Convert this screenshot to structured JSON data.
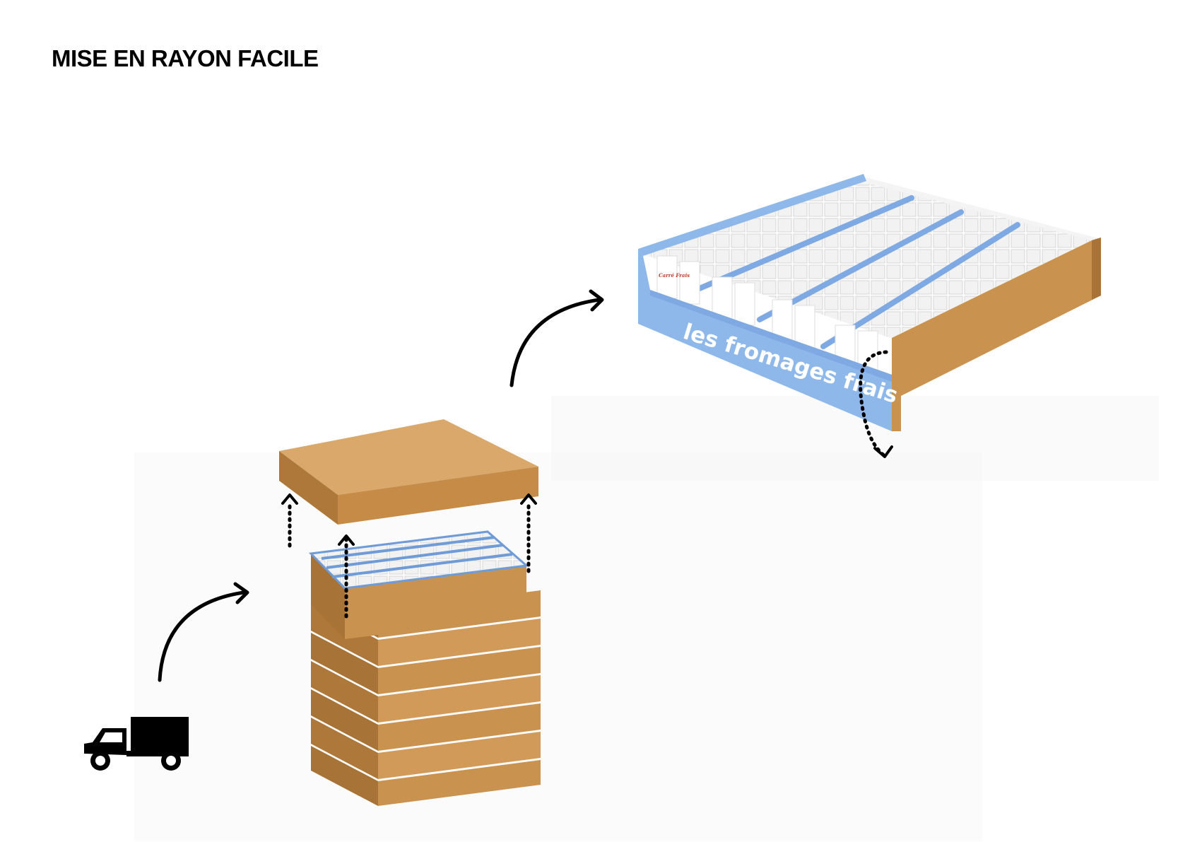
{
  "title": "MISE EN RAYON FACILE",
  "shelf_label": "les fromages frais",
  "product_brand": "Carré Frais",
  "colors": {
    "cardboard": "#c9924f",
    "cardboard_dark": "#a87336",
    "cardboard_light": "#d9a86a",
    "shelf_blue": "#8fb8ea",
    "shelf_blue_dark": "#6f9bd6",
    "arrow": "#000000"
  },
  "icons": [
    "delivery-truck-icon",
    "curved-arrow-icon",
    "dotted-lift-arrow-icon",
    "dotted-rotate-arrow-icon"
  ]
}
